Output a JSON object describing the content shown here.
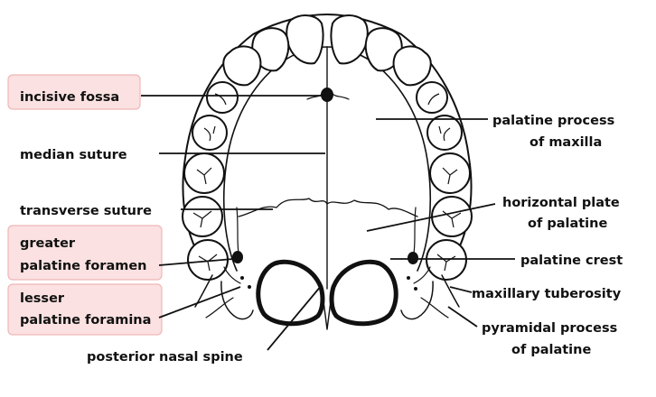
{
  "diagram": {
    "labels": {
      "incisive_fossa": "incisive fossa",
      "median_suture": "median suture",
      "transverse_suture": "transverse suture",
      "greater_palatine_foramen_line1": "greater",
      "greater_palatine_foramen_line2": "palatine foramen",
      "lesser_palatine_foramina_line1": "lesser",
      "lesser_palatine_foramina_line2": "palatine foramina",
      "posterior_nasal_spine": "posterior nasal spine",
      "palatine_process_line1": "palatine process",
      "palatine_process_line2": "of maxilla",
      "horizontal_plate_line1": "horizontal plate",
      "horizontal_plate_line2": "of palatine",
      "palatine_crest": "palatine crest",
      "maxillary_tuberosity": "maxillary tuberosity",
      "pyramidal_process_line1": "pyramidal process",
      "pyramidal_process_line2": "of palatine"
    },
    "colors": {
      "highlight_fill": "#fbe1e1",
      "highlight_border": "#efb7b7",
      "ink": "#111111"
    }
  }
}
